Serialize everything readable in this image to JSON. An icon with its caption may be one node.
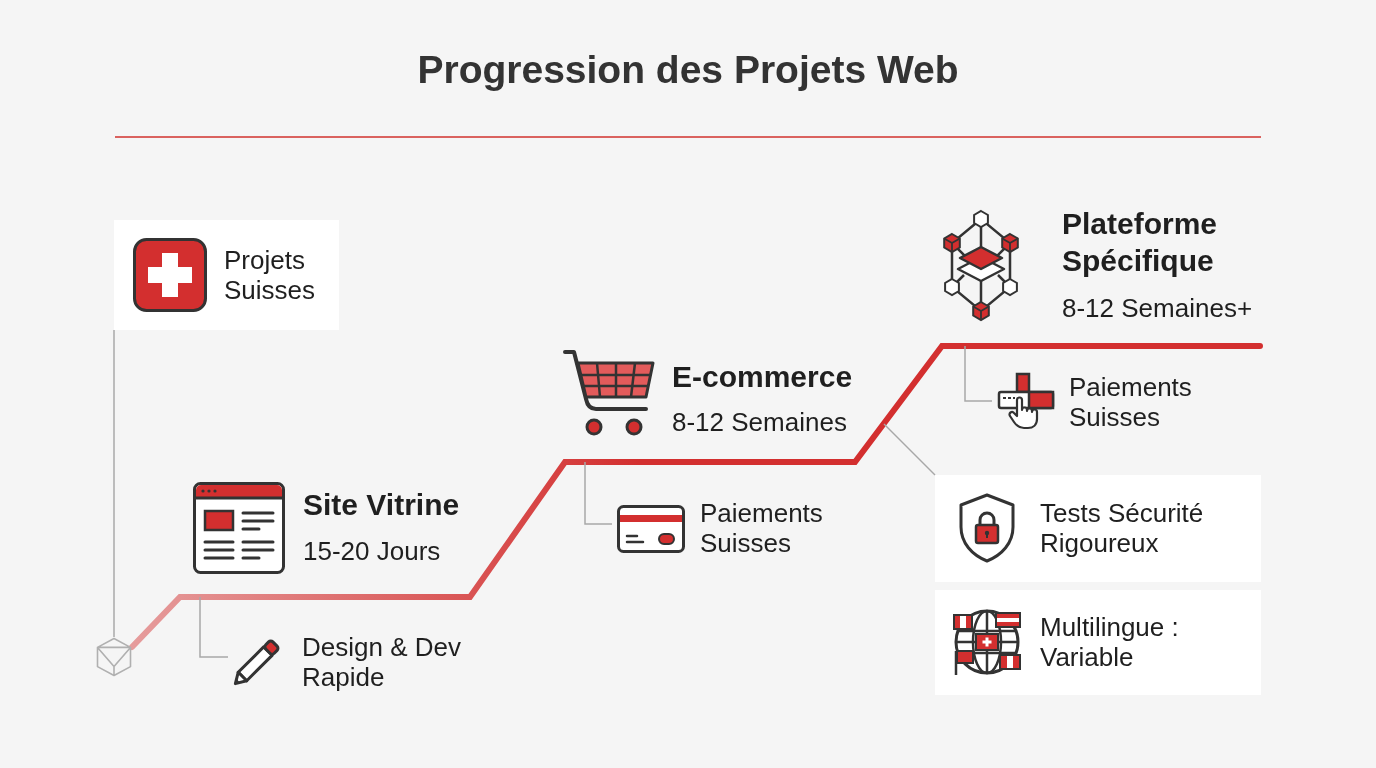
{
  "diagram": {
    "title": "Progression des Projets Web",
    "nodes": [
      {
        "text": [
          "Projets Suisses"
        ]
      },
      {
        "text": [],
        "shape": "hexagon"
      },
      {
        "text": [
          "Design & Dev Rapide"
        ]
      },
      {
        "text": [
          "Paiements Suisses"
        ]
      },
      {
        "text": [
          "Paiements Suisses"
        ]
      },
      {
        "text": [
          "Tests Sécurité Rigoureux"
        ]
      },
      {
        "text": [
          "Multilingue : Variable"
        ]
      }
    ],
    "edges": [
      {
        "from": 0,
        "to": 1,
        "arrow": "none"
      },
      {
        "from": 1,
        "to": null,
        "arrow": "none",
        "style": "thick",
        "color": "#d32f2f"
      },
      {
        "from": 2,
        "to": null,
        "arrow": "none"
      },
      {
        "from": 3,
        "to": null,
        "arrow": "none"
      },
      {
        "from": 4,
        "to": null,
        "arrow": "none"
      },
      {
        "from": 5,
        "to": null,
        "arrow": "none"
      }
    ],
    "labels": [
      "Site Vitrine",
      "15-20 Jours",
      "E-commerce",
      "8-12 Semaines",
      "Plateforme Spécifique",
      "8-12 Semaines+"
    ]
  }
}
